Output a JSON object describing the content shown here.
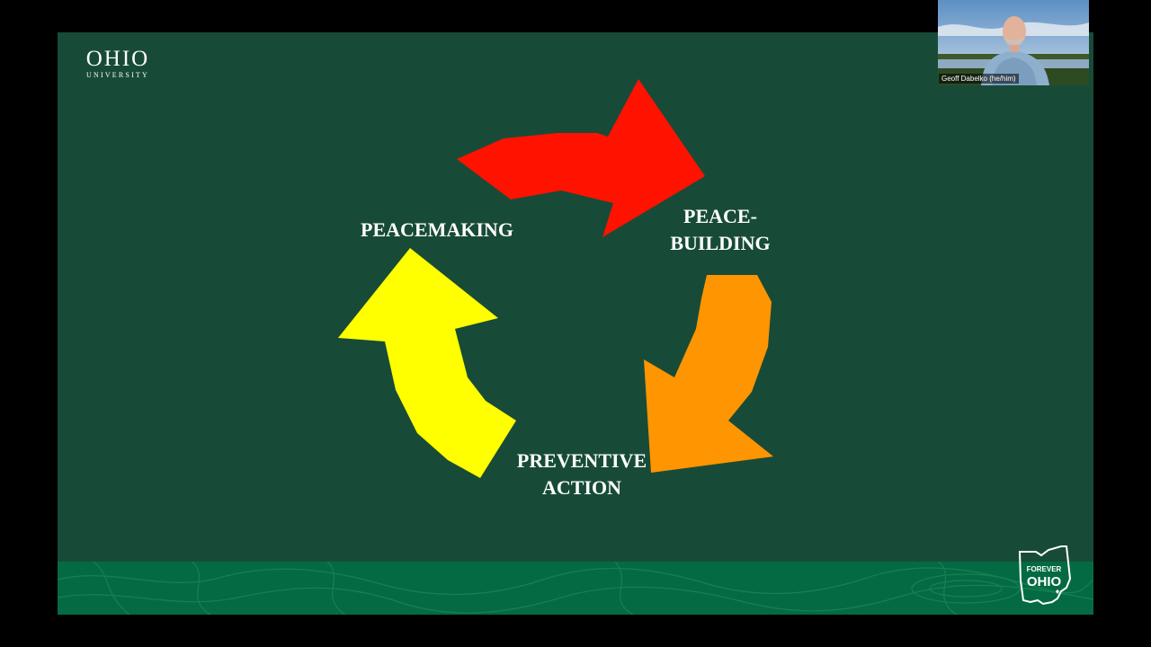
{
  "slide": {
    "logo": {
      "line1": "OHIO",
      "line2": "UNIVERSITY"
    },
    "cycle_labels": {
      "peacemaking": "PEACEMAKING",
      "peacebuilding_line1": "PEACE-",
      "peacebuilding_line2": "BUILDING",
      "preventive_line1": "PREVENTIVE",
      "preventive_line2": "ACTION"
    },
    "arrow_colors": {
      "red": "#ff1200",
      "orange": "#ff9500",
      "yellow": "#ffff00"
    },
    "background_color": "#174b38",
    "footer_color": "#046a43",
    "footer_badge": {
      "line1": "FOREVER",
      "line2": "OHIO"
    }
  },
  "video": {
    "participant_name": "Geoff Dabelko (he/him)"
  }
}
